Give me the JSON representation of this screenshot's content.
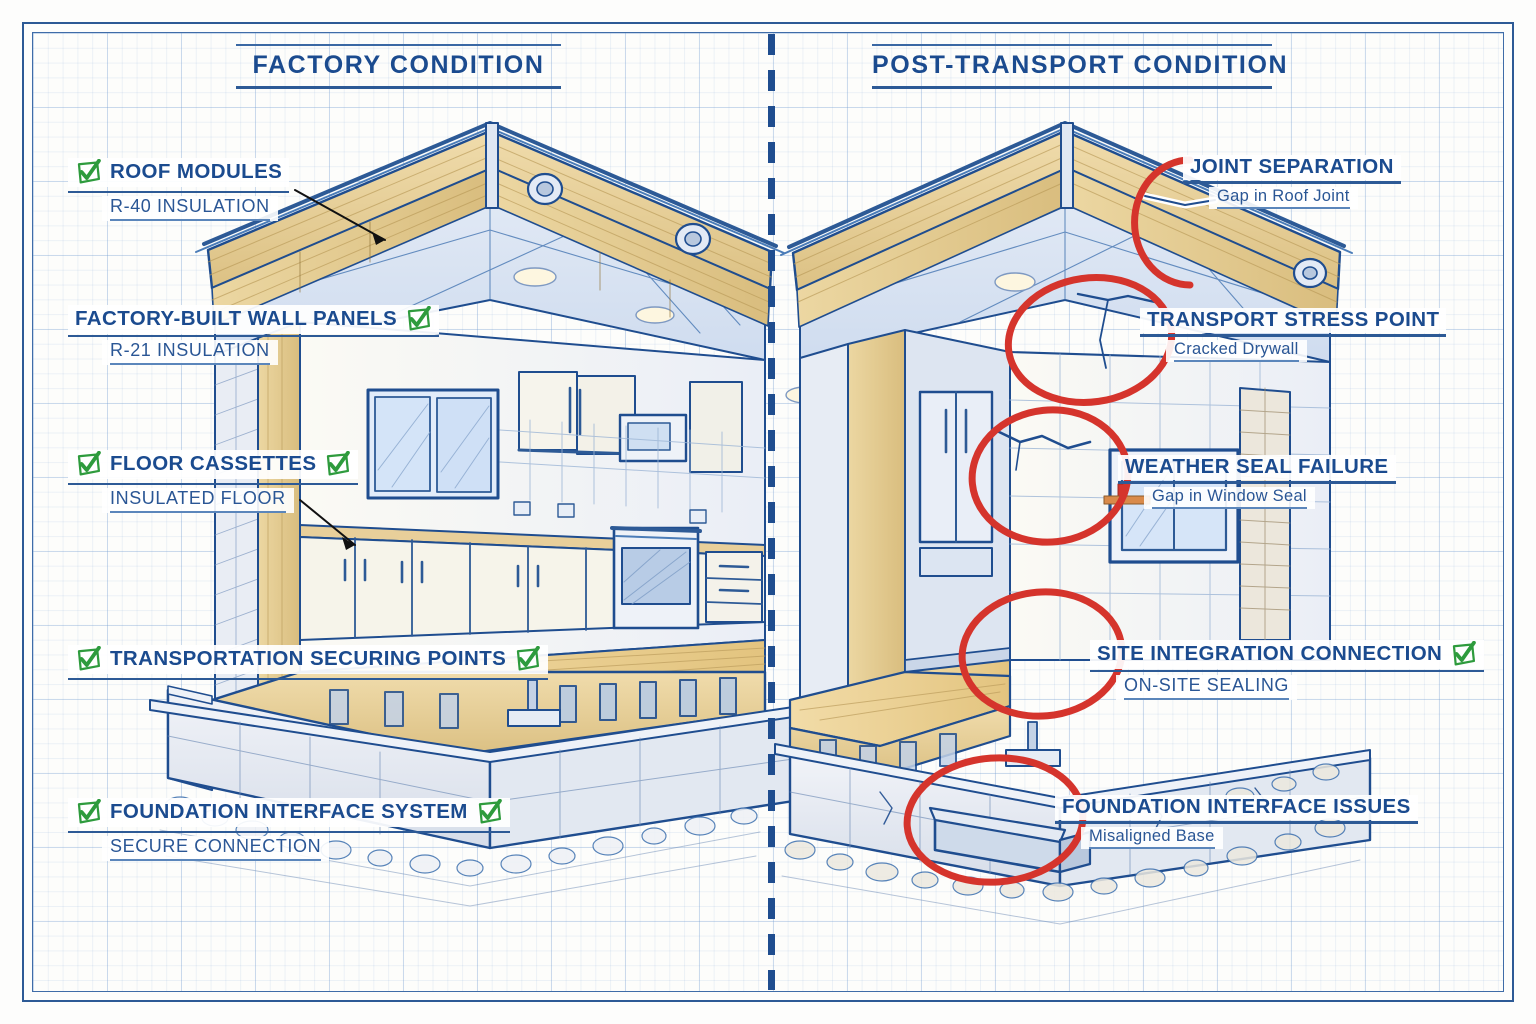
{
  "panels": {
    "left_title": "FACTORY CONDITION",
    "right_title": "POST-TRANSPORT CONDITION"
  },
  "colors": {
    "blueprint_blue": "#1b4b8f",
    "line_blue": "#2d5a96",
    "accent_red": "#d5342c",
    "check_green": "#2e9b3d",
    "wood_tan": "#e6cf94",
    "paper": "#fdfdfb"
  },
  "left_callouts": [
    {
      "title": "ROOF MODULES",
      "subtitle": "R-40 INSULATION",
      "subtitle_caps": true,
      "check_left": true,
      "check_right": false
    },
    {
      "title": "FACTORY-BUILT WALL PANELS",
      "subtitle": "R-21 INSULATION",
      "subtitle_caps": true,
      "check_left": false,
      "check_right": true
    },
    {
      "title": "FLOOR CASSETTES",
      "subtitle": "INSULATED FLOOR",
      "subtitle_caps": true,
      "check_left": true,
      "check_right": true
    },
    {
      "title": "TRANSPORTATION SECURING POINTS",
      "subtitle": "",
      "subtitle_caps": false,
      "check_left": true,
      "check_right": true
    },
    {
      "title": "FOUNDATION INTERFACE SYSTEM",
      "subtitle": "SECURE CONNECTION",
      "subtitle_caps": true,
      "check_left": true,
      "check_right": true
    }
  ],
  "right_callouts": [
    {
      "title": "JOINT SEPARATION",
      "subtitle": "Gap in Roof Joint",
      "subtitle_caps": false,
      "check_left": false,
      "check_right": false
    },
    {
      "title": "TRANSPORT STRESS POINT",
      "subtitle": "Cracked Drywall",
      "subtitle_caps": false,
      "check_left": false,
      "check_right": false
    },
    {
      "title": "WEATHER SEAL FAILURE",
      "subtitle": "Gap in Window Seal",
      "subtitle_caps": false,
      "check_left": false,
      "check_right": false
    },
    {
      "title": "SITE INTEGRATION CONNECTION",
      "subtitle": "ON-SITE SEALING",
      "subtitle_caps": true,
      "check_left": false,
      "check_right": true
    },
    {
      "title": "FOUNDATION INTERFACE ISSUES",
      "subtitle": "Misaligned Base",
      "subtitle_caps": false,
      "check_left": false,
      "check_right": false
    }
  ],
  "icons": {
    "check": "check-badge-icon",
    "leader": "leader-line-arrow",
    "highlight": "red-ellipse-highlight"
  }
}
